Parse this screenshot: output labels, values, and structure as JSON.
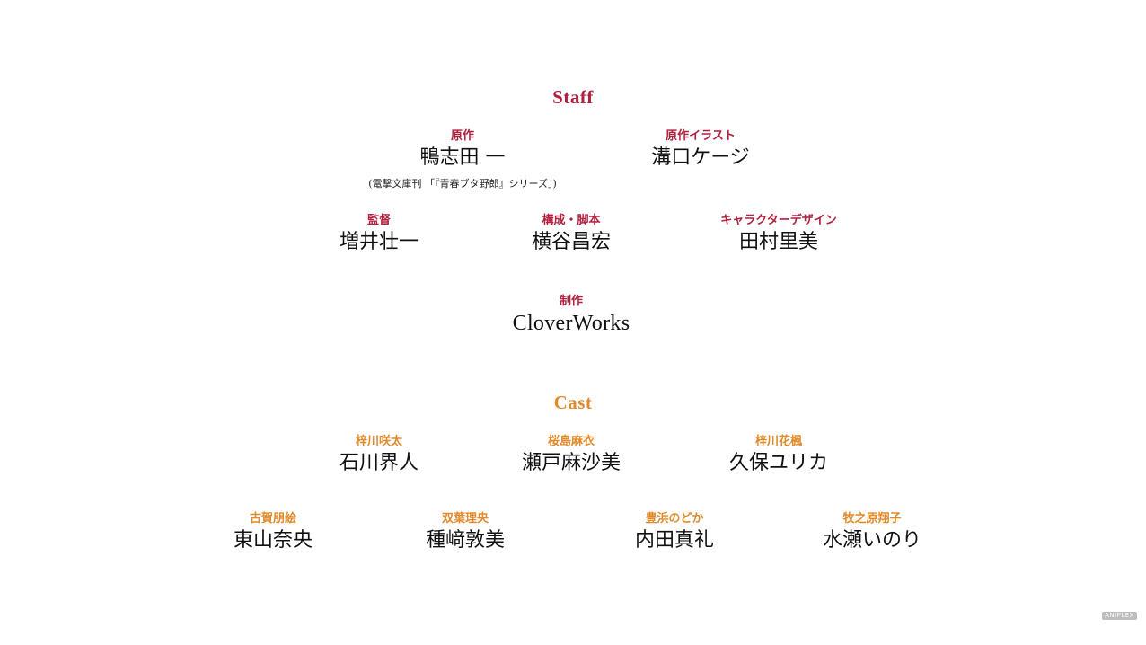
{
  "staff": {
    "heading": "Staff",
    "original_work": {
      "role": "原作",
      "name": "鴨志田 一",
      "note": "(電撃文庫刊 「『青春ブタ野郎』シリーズ」)"
    },
    "original_illustration": {
      "role": "原作イラスト",
      "name": "溝口ケージ"
    },
    "director": {
      "role": "監督",
      "name": "増井壮一"
    },
    "series_composition": {
      "role": "構成・脚本",
      "name": "横谷昌宏"
    },
    "character_design": {
      "role": "キャラクターデザイン",
      "name": "田村里美"
    },
    "production": {
      "role": "制作",
      "name": "CloverWorks"
    }
  },
  "cast": {
    "heading": "Cast",
    "row1": [
      {
        "role": "梓川咲太",
        "name": "石川界人"
      },
      {
        "role": "桜島麻衣",
        "name": "瀬戸麻沙美"
      },
      {
        "role": "梓川花楓",
        "name": "久保ユリカ"
      }
    ],
    "row2": [
      {
        "role": "古賀朋絵",
        "name": "東山奈央"
      },
      {
        "role": "双葉理央",
        "name": "種﨑敦美"
      },
      {
        "role": "豊浜のどか",
        "name": "内田真礼"
      },
      {
        "role": "牧之原翔子",
        "name": "水瀬いのり"
      }
    ]
  },
  "watermark": "ANIPLEX"
}
